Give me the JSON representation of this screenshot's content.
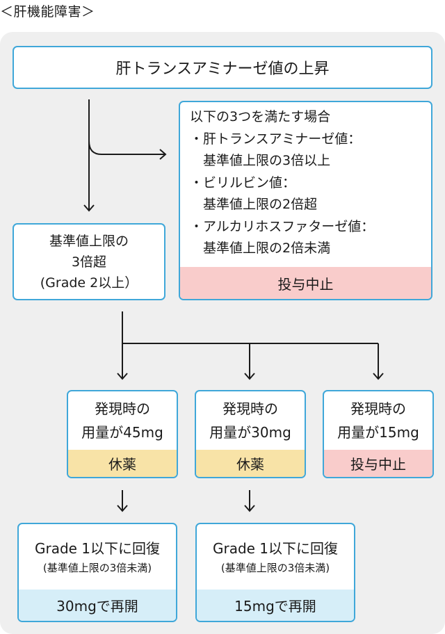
{
  "heading": "＜肝機能障害＞",
  "top_box": "肝トランスアミナーゼ値の上昇",
  "condition_box": {
    "lines": [
      "以下の3つを満たす場合",
      "・肝トランスアミナーゼ値：",
      "　基準値上限の3倍以上",
      "・ビリルビン値：",
      "　基準値上限の2倍超",
      "・アルカリホスファターゼ値：",
      "　基準値上限の2倍未満"
    ],
    "action": "投与中止"
  },
  "left_box": {
    "lines": [
      "基準値上限の",
      "3倍超",
      "(Grade 2以上）"
    ]
  },
  "dose_boxes": [
    {
      "line1": "発現時の",
      "line2": "用量が45mg",
      "action": "休薬"
    },
    {
      "line1": "発現時の",
      "line2": "用量が30mg",
      "action": "休薬"
    },
    {
      "line1": "発現時の",
      "line2": "用量が15mg",
      "action": "投与中止"
    }
  ],
  "recovery_boxes": [
    {
      "line1": "Grade 1以下に回復",
      "line2": "(基準値上限の3倍未満)",
      "action": "30mgで再開"
    },
    {
      "line1": "Grade 1以下に回復",
      "line2": "(基準値上限の3倍未満)",
      "action": "15mgで再開"
    }
  ],
  "colors": {
    "border": "#3fa7d9",
    "stop_band": "#f9cccb",
    "hold_band": "#f8e3a7",
    "resume_band": "#d6eef8",
    "panel": "#efefef"
  }
}
